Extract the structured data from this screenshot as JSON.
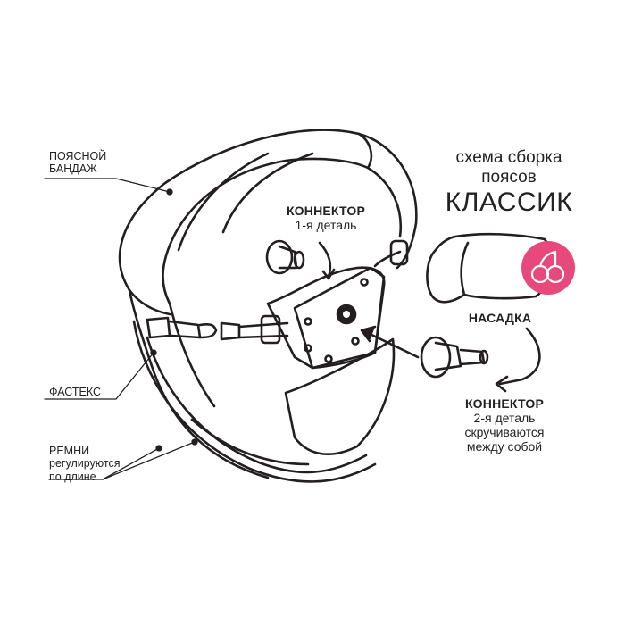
{
  "title": {
    "line1": "схема сборка",
    "line2": "поясов",
    "line3": "КЛАССИК"
  },
  "labels": {
    "waist_band": {
      "line1": "ПОЯСНОЙ",
      "line2": "БАНДАЖ"
    },
    "fastex": "ФАСТЕКС",
    "straps": {
      "line1": "РЕМНИ",
      "line2": "регулируются",
      "line3": "по длине"
    },
    "connector1": {
      "title": "КОННЕКТОР",
      "sub": "1-я деталь"
    },
    "nozzle": "НАСАДКА",
    "connector2": {
      "title": "КОННЕКТОР",
      "line1": "2-я деталь",
      "line2": "скручиваются",
      "line3": "между собой"
    }
  },
  "colors": {
    "line": "#231f20",
    "logo_circle": "#e8497d",
    "logo_mark": "#ffffff"
  },
  "icons": {
    "logo": "cherry-logo-icon"
  }
}
